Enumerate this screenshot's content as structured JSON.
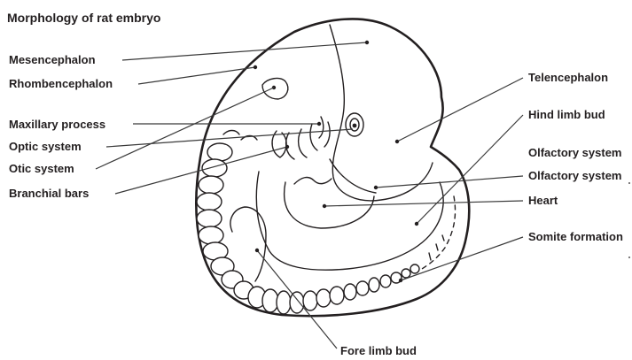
{
  "title": "Morphology of rat embryo",
  "labels": {
    "mesencephalon": "Mesencephalon",
    "rhombencephalon": "Rhombencephalon",
    "maxillary_process": "Maxillary process",
    "optic_system": "Optic system",
    "otic_system": "Otic system",
    "branchial_bars": "Branchial bars",
    "telencephalon": "Telencephalon",
    "hind_limb_bud": "Hind limb bud",
    "olfactory_system_1": "Olfactory system",
    "olfactory_system_2": "Olfactory system",
    "heart": "Heart",
    "somite_formation": "Somite formation",
    "fore_limb_bud": "Fore limb bud"
  },
  "colors": {
    "ink": "#231f20",
    "background": "#ffffff"
  }
}
